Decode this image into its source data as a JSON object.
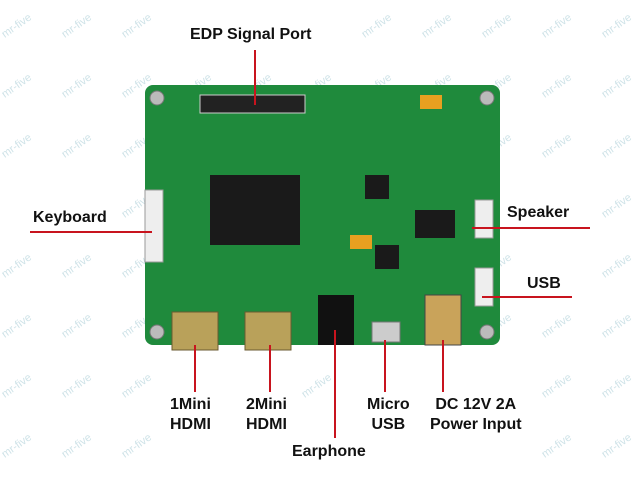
{
  "watermark": "mr-five",
  "labels": {
    "edp": "EDP Signal Port",
    "keyboard": "Keyboard",
    "speaker": "Speaker",
    "usb": "USB",
    "hdmi1_line1": "1Mini",
    "hdmi1_line2": "HDMI",
    "hdmi2_line1": "2Mini",
    "hdmi2_line2": "HDMI",
    "earphone": "Earphone",
    "microusb_line1": "Micro",
    "microusb_line2": "USB",
    "dc_line1": "DC 12V 2A",
    "dc_line2": "Power Input"
  },
  "colors": {
    "board": "#1f8a3c",
    "leader_line": "#c8141e",
    "text": "#111111"
  }
}
